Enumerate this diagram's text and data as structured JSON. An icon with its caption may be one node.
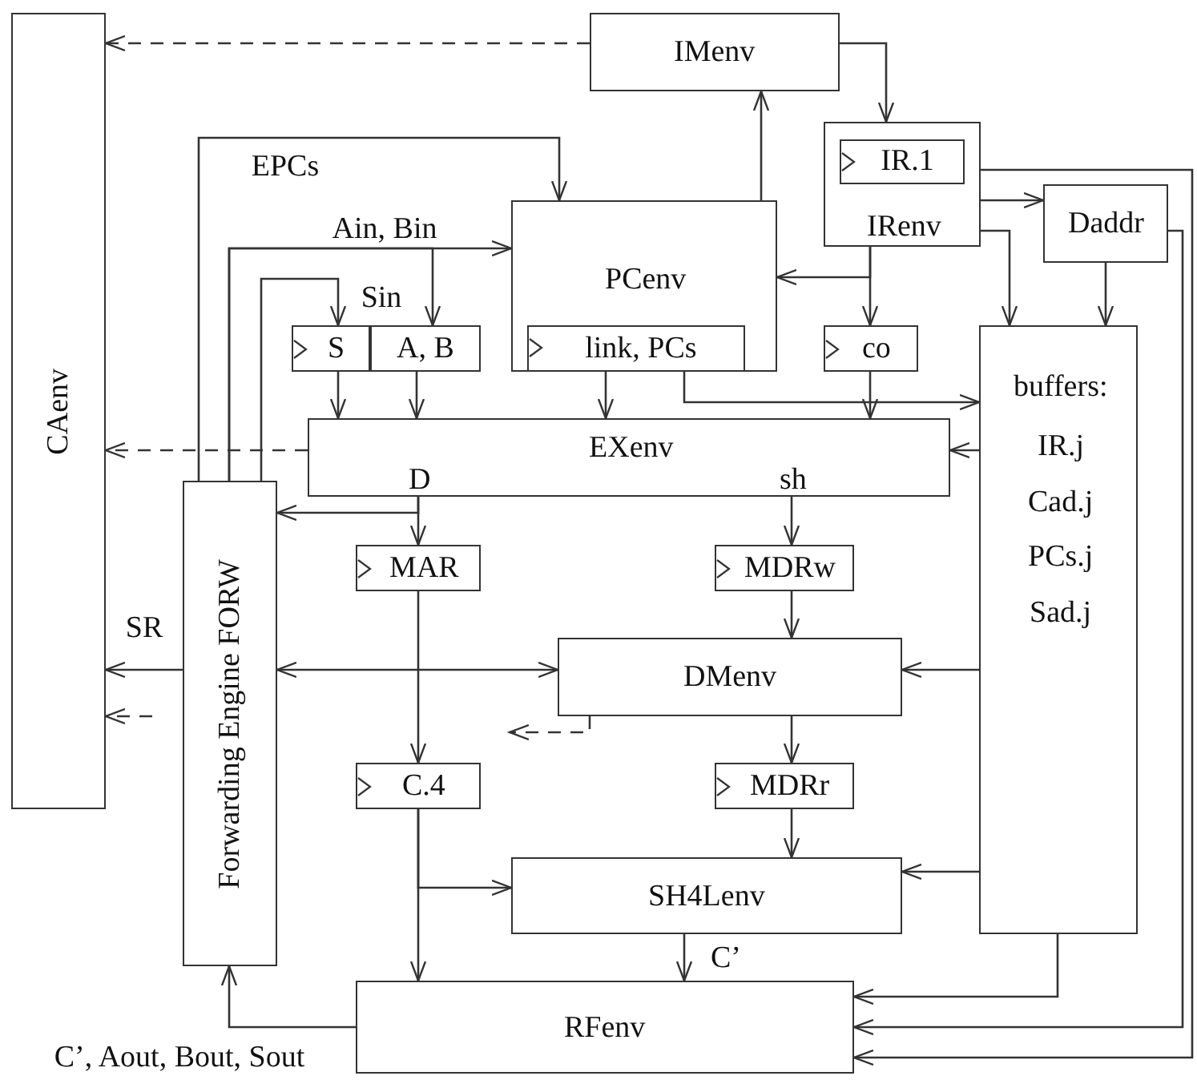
{
  "diagram": {
    "nodes": [
      {
        "text": [
          "CAenv"
        ]
      },
      {
        "text": [
          "IMenv"
        ]
      },
      {
        "text": [
          "IRenv"
        ]
      },
      {
        "text": [
          "IR.1"
        ],
        "in": 2
      },
      {
        "text": [
          "Daddr"
        ]
      },
      {
        "text": [
          "PCenv"
        ]
      },
      {
        "text": [
          "link, PCs"
        ],
        "in": 5
      },
      {
        "text": [
          "S"
        ]
      },
      {
        "text": [
          "A, B"
        ]
      },
      {
        "text": [
          "co"
        ]
      },
      {
        "text": [
          "buffers:",
          "IR.j",
          "Cad.j",
          "PCs.j",
          "Sad.j"
        ]
      },
      {
        "text": [
          "EXenv",
          "D",
          "sh"
        ]
      },
      {
        "text": [
          "Forwarding Engine FORW"
        ]
      },
      {
        "text": [
          "MAR"
        ]
      },
      {
        "text": [
          "MDRw"
        ]
      },
      {
        "text": [
          "DMenv"
        ]
      },
      {
        "text": [
          "C.4"
        ]
      },
      {
        "text": [
          "MDRr"
        ]
      },
      {
        "text": [
          "SH4Lenv"
        ]
      },
      {
        "text": [
          "RFenv"
        ]
      }
    ],
    "edges": [
      {
        "from": 1,
        "to": 0,
        "arrow": "to",
        "style": "dashed"
      },
      {
        "from": 1,
        "to": 2,
        "arrow": "to"
      },
      {
        "from": 6,
        "to": 1,
        "arrow": "to"
      },
      {
        "from": 12,
        "to": 5,
        "arrow": "to",
        "label": "EPCs"
      },
      {
        "from": 12,
        "to": 5,
        "arrow": "to",
        "label": "Ain, Bin"
      },
      {
        "from": 12,
        "to": 8,
        "arrow": "to"
      },
      {
        "from": 12,
        "to": 7,
        "arrow": "to",
        "label": "Sin"
      },
      {
        "from": 7,
        "to": 11,
        "arrow": "to"
      },
      {
        "from": 8,
        "to": 11,
        "arrow": "to"
      },
      {
        "from": 6,
        "to": 11,
        "arrow": "to"
      },
      {
        "from": 11,
        "to": 0,
        "arrow": "to",
        "style": "dashed"
      },
      {
        "from": 2,
        "to": 5,
        "arrow": "to"
      },
      {
        "from": 2,
        "to": 9,
        "arrow": "to"
      },
      {
        "from": 2,
        "to": 4,
        "arrow": "to"
      },
      {
        "from": 2,
        "to": 10,
        "arrow": "to"
      },
      {
        "from": 4,
        "to": 10,
        "arrow": "to"
      },
      {
        "from": 2,
        "to": 19,
        "arrow": "to"
      },
      {
        "from": 4,
        "to": 19,
        "arrow": "to"
      },
      {
        "from": 10,
        "to": 19,
        "arrow": "to"
      },
      {
        "from": 6,
        "to": 10,
        "arrow": "to"
      },
      {
        "from": 9,
        "to": 11,
        "arrow": "to"
      },
      {
        "from": 10,
        "to": 11,
        "arrow": "to"
      },
      {
        "from": 10,
        "to": 15,
        "arrow": "to"
      },
      {
        "from": 10,
        "to": 18,
        "arrow": "to"
      },
      {
        "from": 11,
        "to": 13,
        "arrow": "to"
      },
      {
        "from": 11,
        "to": 12,
        "arrow": "to"
      },
      {
        "from": 11,
        "to": 14,
        "arrow": "to"
      },
      {
        "from": 14,
        "to": 15,
        "arrow": "to"
      },
      {
        "from": 15,
        "to": 17,
        "arrow": "to"
      },
      {
        "from": 17,
        "to": 18,
        "arrow": "to"
      },
      {
        "from": 13,
        "to": 16,
        "arrow": "to"
      },
      {
        "from": 12,
        "to": 15,
        "arrow": "both"
      },
      {
        "from": 12,
        "to": 0,
        "arrow": "to",
        "label": "SR"
      },
      {
        "from": 15,
        "to": null,
        "arrow": "to",
        "style": "dashed"
      },
      {
        "from": null,
        "to": 0,
        "arrow": "to",
        "style": "dashed"
      },
      {
        "from": 16,
        "to": 18,
        "arrow": "to"
      },
      {
        "from": 16,
        "to": 19,
        "arrow": "to"
      },
      {
        "from": 18,
        "to": 19,
        "arrow": "to",
        "label": "C’"
      },
      {
        "from": 19,
        "to": 12,
        "arrow": "to",
        "label": "C’, Aout, Bout, Sout"
      }
    ]
  }
}
